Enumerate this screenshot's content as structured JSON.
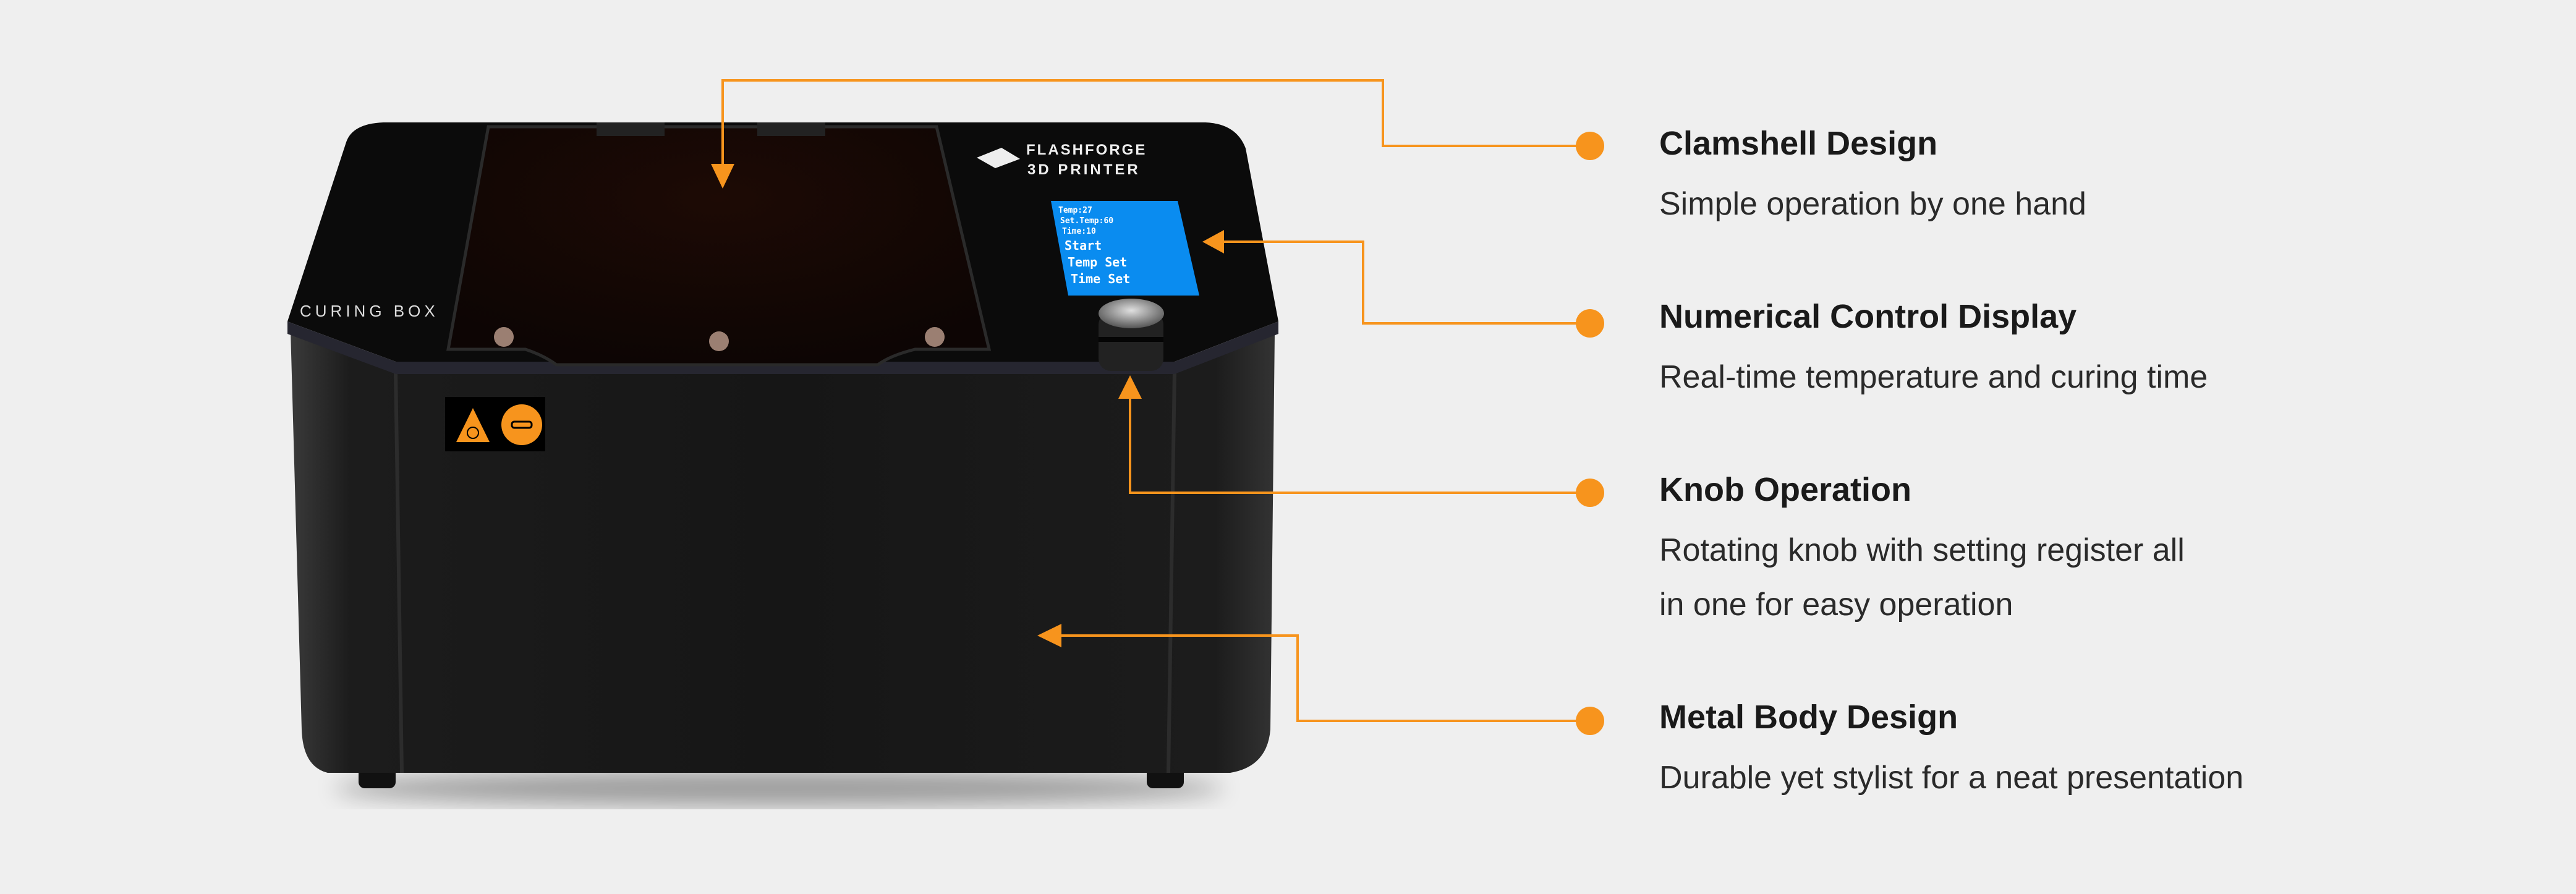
{
  "product": {
    "brand_line1": "FLASHFORGE",
    "brand_line2": "3D PRINTER",
    "label": "CURING BOX",
    "display": {
      "temp": "Temp:27",
      "set_temp": "Set.Temp:60",
      "time": "Time:10",
      "menu": [
        "Start",
        "Temp Set",
        "Time Set"
      ]
    }
  },
  "features": [
    {
      "title": "Clamshell Design",
      "desc": [
        "Simple operation by one hand"
      ]
    },
    {
      "title": "Numerical Control Display",
      "desc": [
        "Real-time temperature and curing time"
      ]
    },
    {
      "title": "Knob Operation",
      "desc": [
        "Rotating knob with setting register all",
        "in one for easy operation"
      ]
    },
    {
      "title": "Metal Body Design",
      "desc": [
        "Durable yet stylist for a neat presentation"
      ]
    }
  ],
  "colors": {
    "accent": "#f7941d",
    "background": "#efefef",
    "display": "#0a8cf0"
  }
}
